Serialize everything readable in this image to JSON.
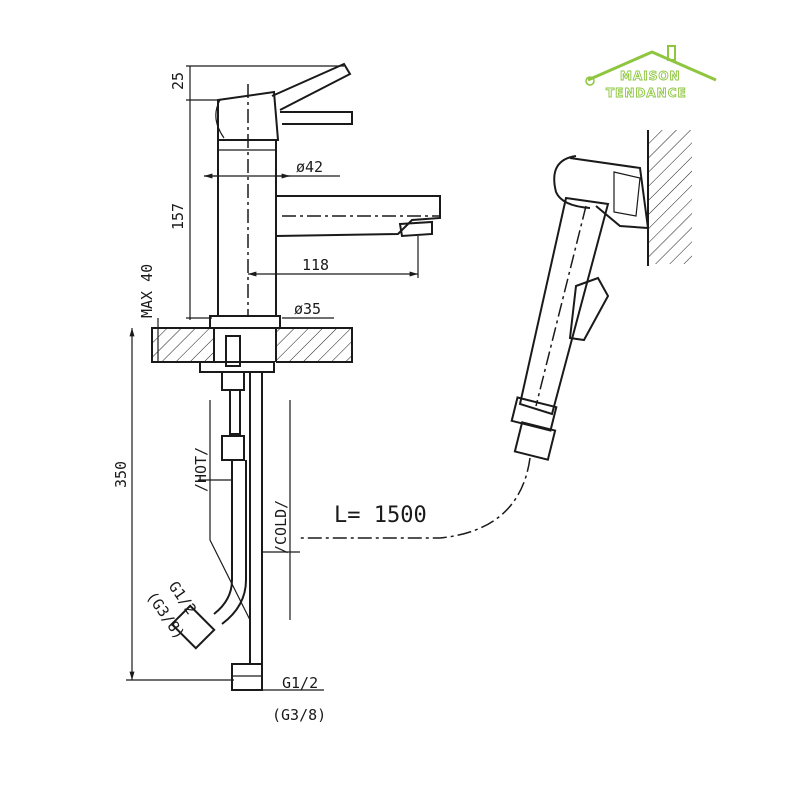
{
  "logo": {
    "line1": "MAISON",
    "line2": "TENDANCE",
    "color": "#8ec63f"
  },
  "dimensions": {
    "handle_height": "25",
    "body_height": "157",
    "diameter_body": "ø42",
    "spout_reach": "118",
    "max_deck": "MAX 40",
    "diameter_base": "ø35",
    "hose_length_total": "350",
    "hot_label": "/HOT/",
    "cold_label": "/COLD/",
    "hose_length": "L= 1500",
    "thread_side": "G1/2",
    "thread_side_alt": "(G3/8)",
    "thread_bottom": "G1/2",
    "thread_bottom_alt": "(G3/8)"
  }
}
